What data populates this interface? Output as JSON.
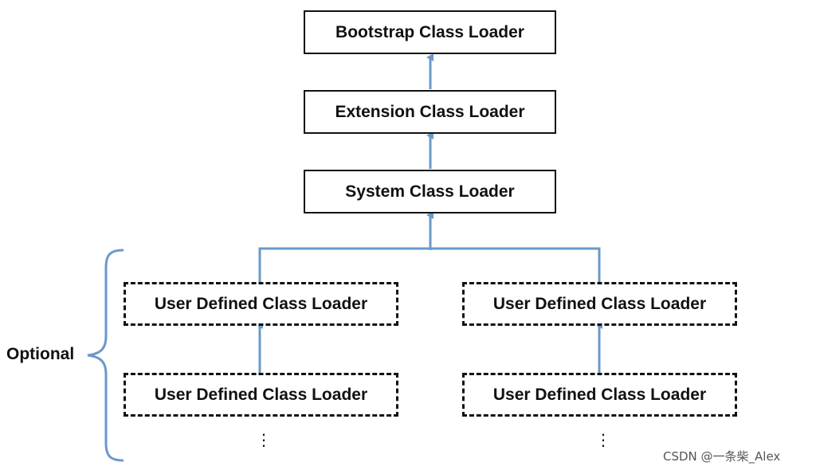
{
  "diagram": {
    "nodes": {
      "bootstrap": "Bootstrap Class Loader",
      "extension": "Extension Class Loader",
      "system": "System Class Loader",
      "user_left_1": "User Defined Class Loader",
      "user_right_1": "User Defined Class Loader",
      "user_left_2": "User Defined Class Loader",
      "user_right_2": "User Defined Class Loader"
    },
    "continuation": "⋮",
    "optional_label": "Optional",
    "edges": [
      {
        "from": "extension",
        "to": "bootstrap"
      },
      {
        "from": "system",
        "to": "extension"
      },
      {
        "from": "user_left_1",
        "to": "system"
      },
      {
        "from": "user_right_1",
        "to": "system"
      },
      {
        "from": "user_left_2",
        "to": "user_left_1"
      },
      {
        "from": "user_right_2",
        "to": "user_right_1"
      }
    ],
    "colors": {
      "arrow": "#6b98c9",
      "border": "#111111",
      "text": "#111111"
    }
  },
  "watermark": "CSDN @一条柴_Alex"
}
